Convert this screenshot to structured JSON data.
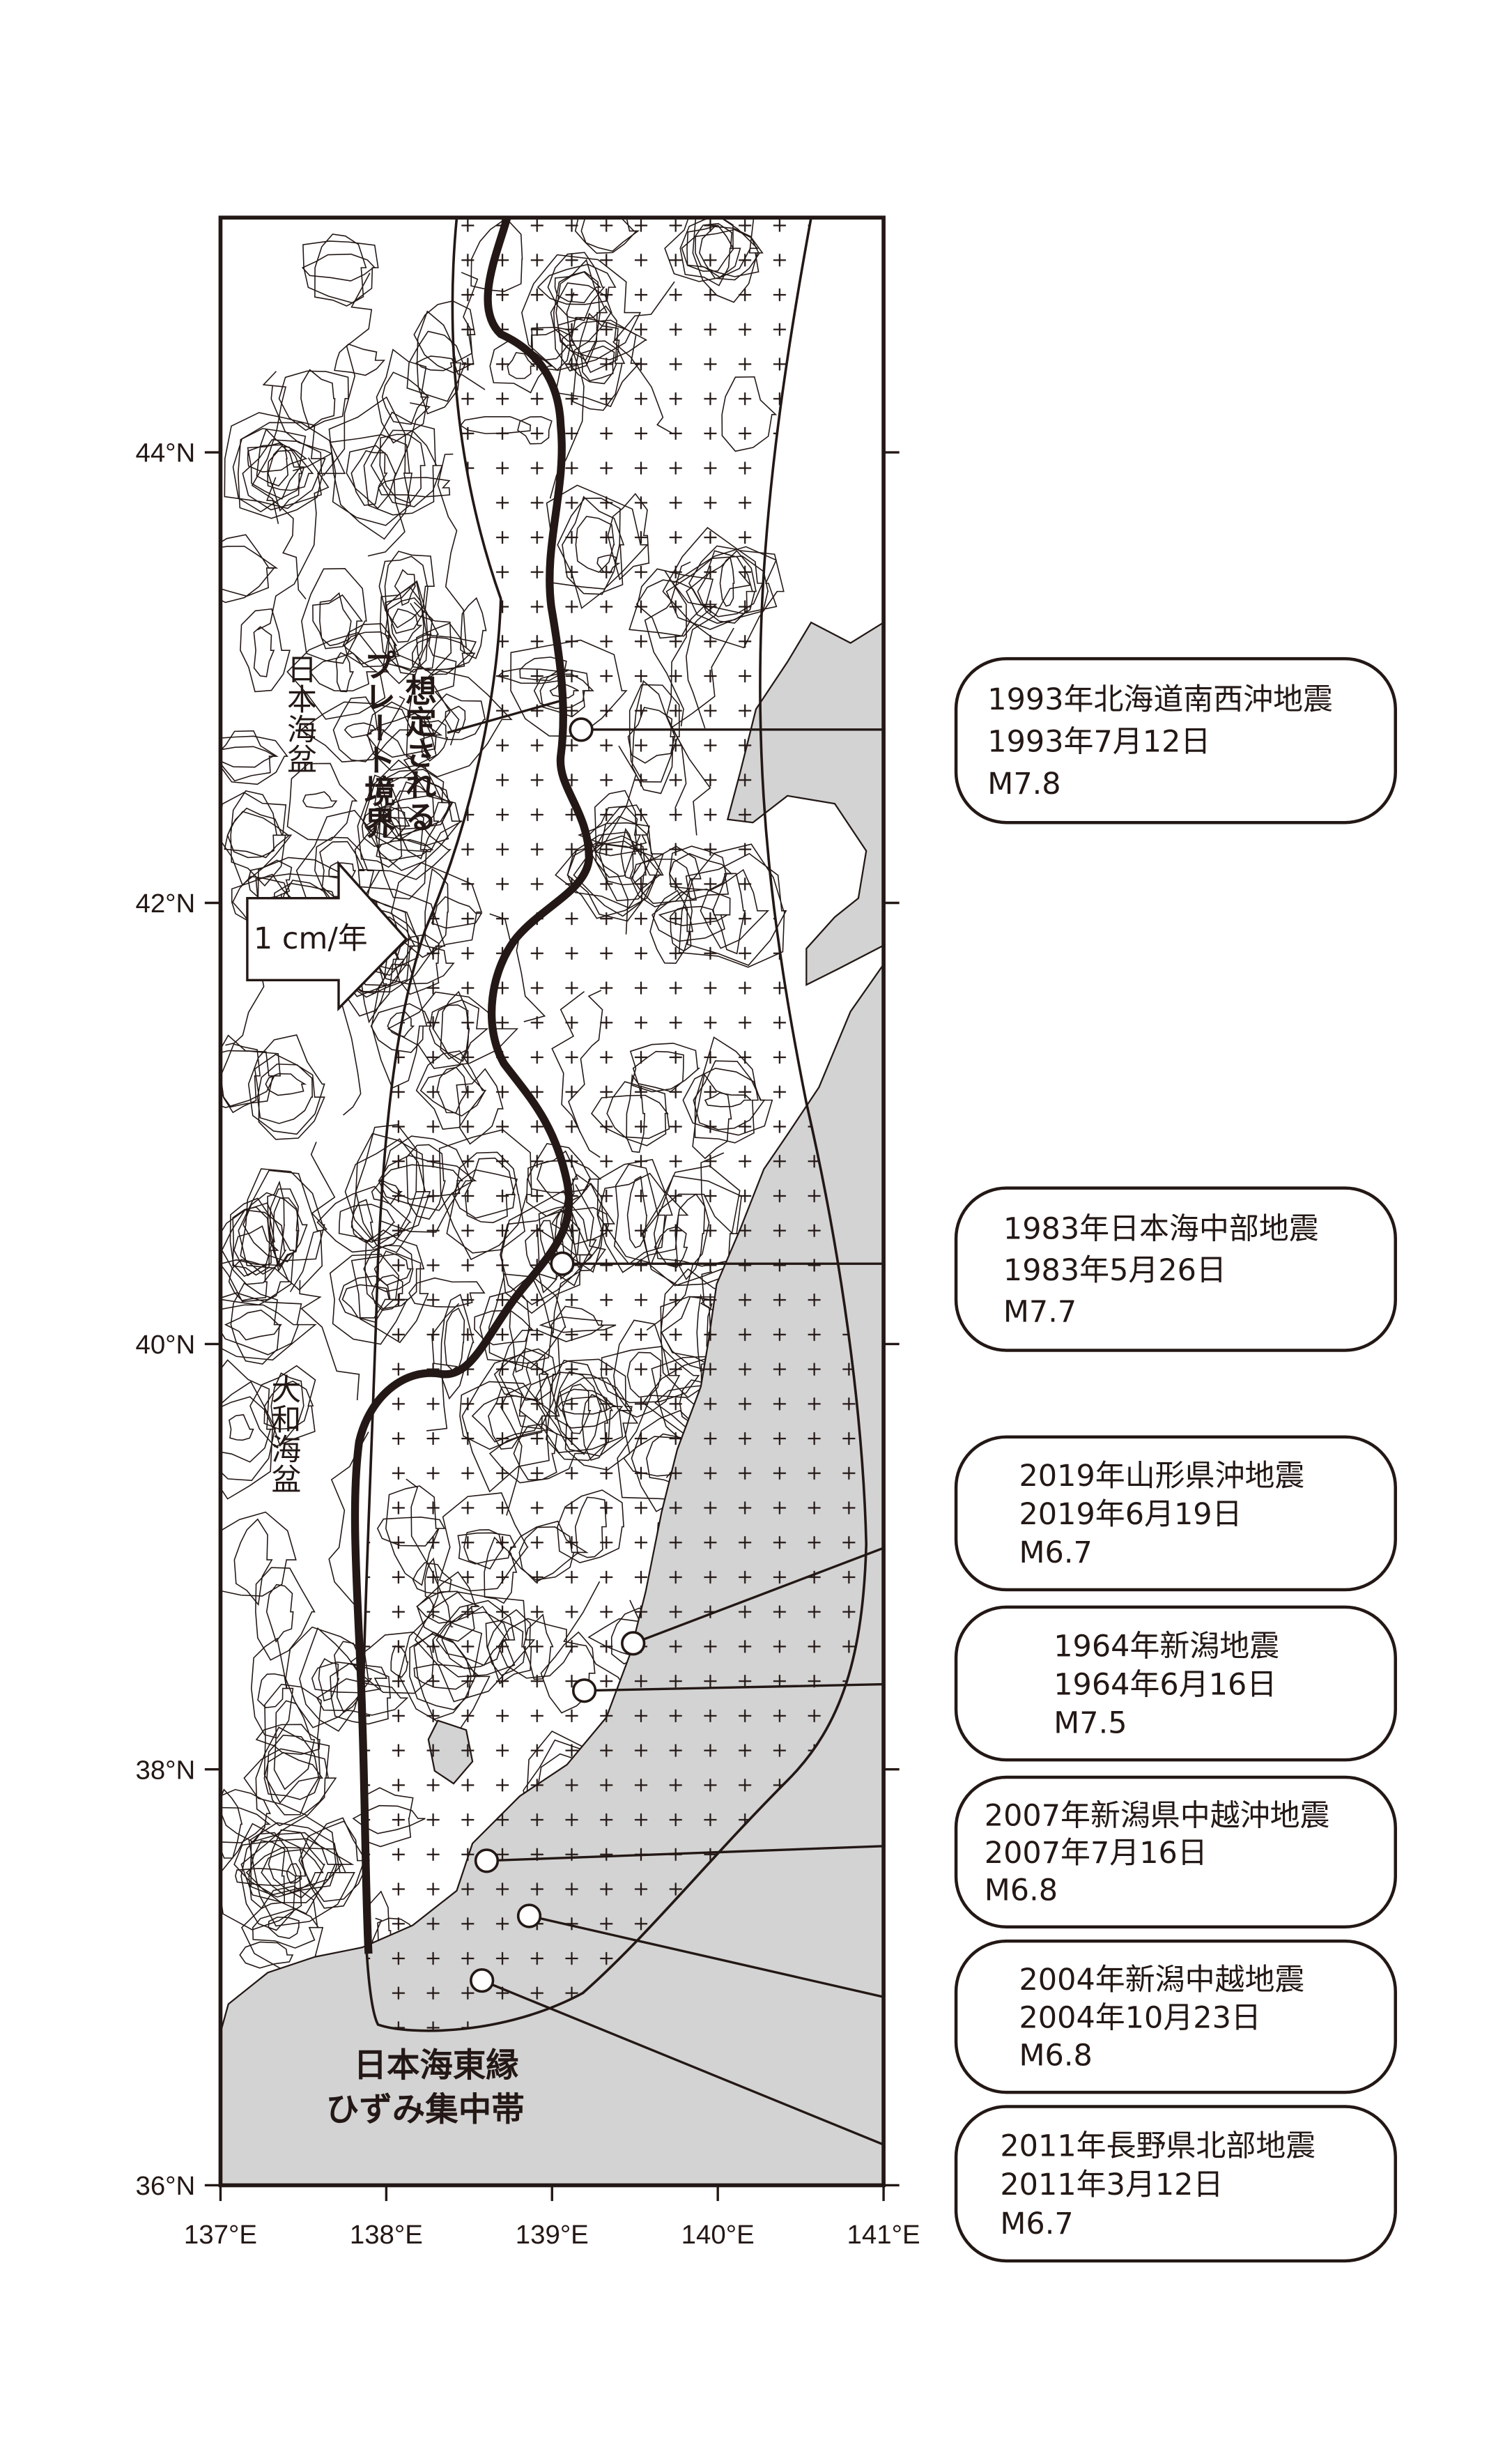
{
  "axes": {
    "lat_ticks": [
      {
        "value": 44,
        "label": "44°N"
      },
      {
        "value": 42,
        "label": "42°N"
      },
      {
        "value": 40,
        "label": "40°N"
      },
      {
        "value": 38,
        "label": "38°N"
      },
      {
        "value": 36,
        "label": "36°N"
      }
    ],
    "lon_ticks": [
      {
        "value": 137,
        "label": "137°E"
      },
      {
        "value": 138,
        "label": "138°E"
      },
      {
        "value": 139,
        "label": "139°E"
      },
      {
        "value": 140,
        "label": "140°E"
      },
      {
        "value": 141,
        "label": "141°E"
      }
    ]
  },
  "labels": {
    "japan_basin": "日本海盆",
    "yamato_basin": "大和海盆",
    "plate_boundary_1": "想定される",
    "plate_boundary_2": "プレート境界",
    "motion_arrow": "1 cm/年",
    "strain_zone_1": "日本海東縁",
    "strain_zone_2": "ひずみ集中帯"
  },
  "colors": {
    "land": "#d3d3d3",
    "ink": "#231815"
  },
  "earthquakes": [
    {
      "name": "1993年北海道南西沖地震",
      "date": "1993年7月12日",
      "magnitude": "M7.8"
    },
    {
      "name": "1983年日本海中部地震",
      "date": "1983年5月26日",
      "magnitude": "M7.7"
    },
    {
      "name": "2019年山形県沖地震",
      "date": "2019年6月19日",
      "magnitude": "M6.7"
    },
    {
      "name": "1964年新潟地震",
      "date": "1964年6月16日",
      "magnitude": "M7.5"
    },
    {
      "name": "2007年新潟県中越沖地震",
      "date": "2007年7月16日",
      "magnitude": "M6.8"
    },
    {
      "name": "2004年新潟中越地震",
      "date": "2004年10月23日",
      "magnitude": "M6.8"
    },
    {
      "name": "2011年長野県北部地震",
      "date": "2011年3月12日",
      "magnitude": "M6.7"
    }
  ]
}
